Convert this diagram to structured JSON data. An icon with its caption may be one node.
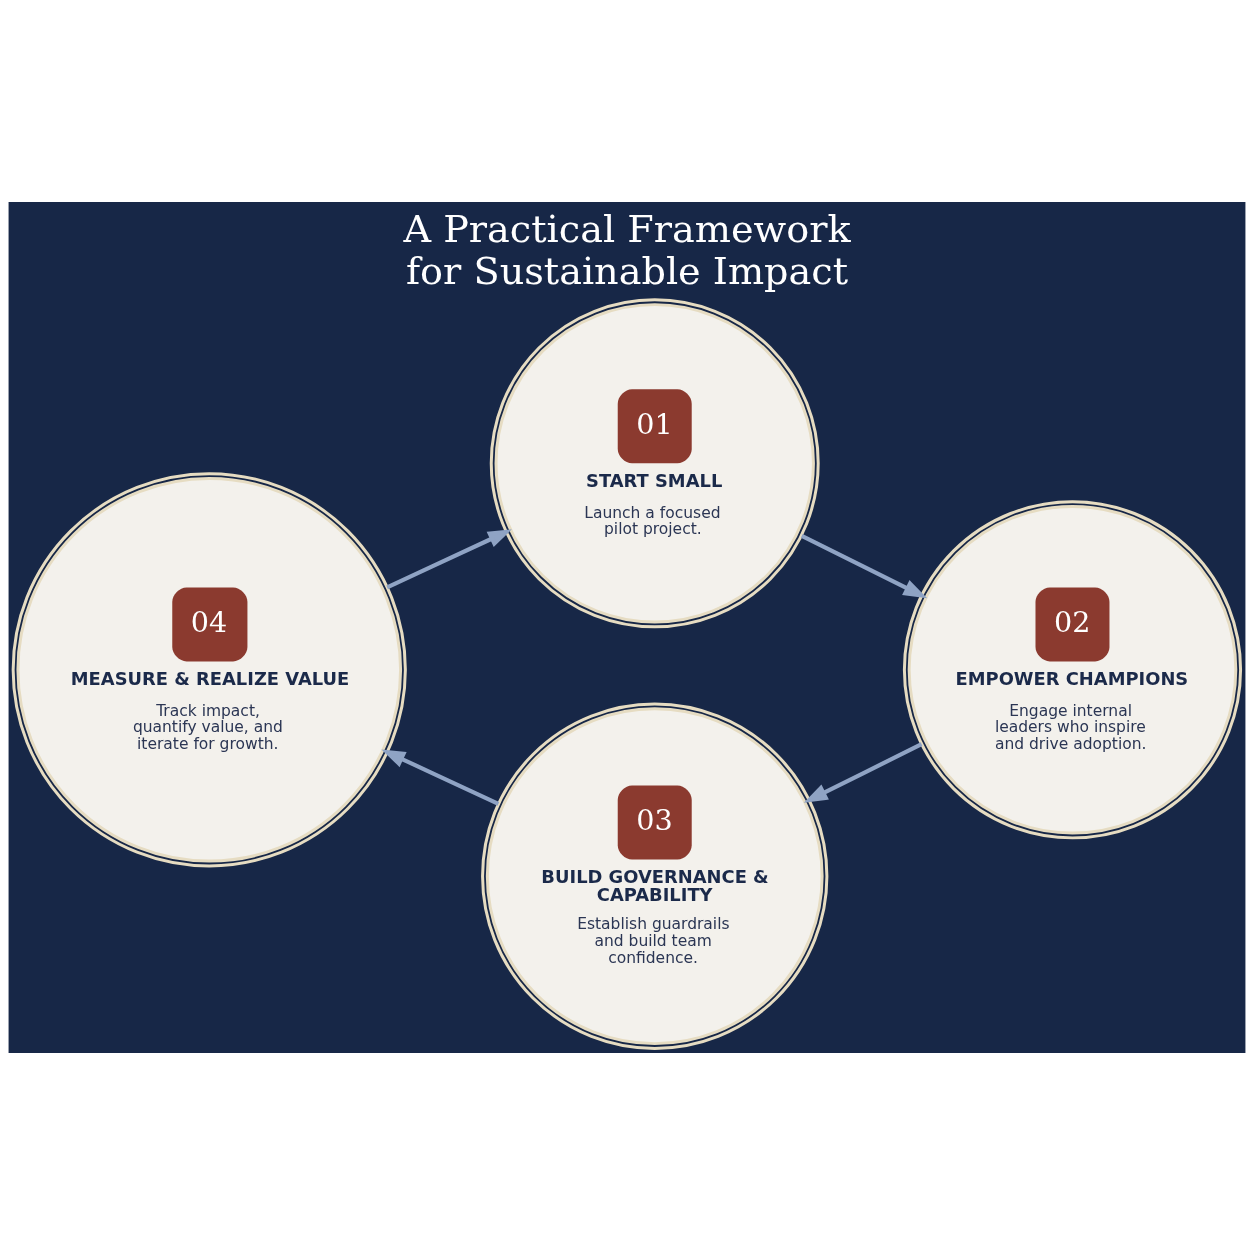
{
  "diagram": {
    "title": "A Practical Framework for Sustainable Impact",
    "nodes": [
      {
        "text": [
          "01",
          "START SMALL",
          "Launch a focused pilot project."
        ]
      },
      {
        "text": [
          "02",
          "EMPOWER CHAMPIONS",
          "Engage internal leaders who inspire and drive adoption."
        ]
      },
      {
        "text": [
          "03",
          "BUILD GOVERNANCE & CAPABILITY",
          "Establish guardrails and build team confidence."
        ]
      },
      {
        "text": [
          "04",
          "MEASURE & REALIZE VALUE",
          "Track impact, quantify value, and iterate for growth."
        ]
      }
    ],
    "edges": [
      {
        "from": 0,
        "to": 1,
        "arrow": "to"
      },
      {
        "from": 1,
        "to": 2,
        "arrow": "to"
      },
      {
        "from": 2,
        "to": 3,
        "arrow": "to"
      },
      {
        "from": 3,
        "to": 0,
        "arrow": "to"
      }
    ]
  }
}
